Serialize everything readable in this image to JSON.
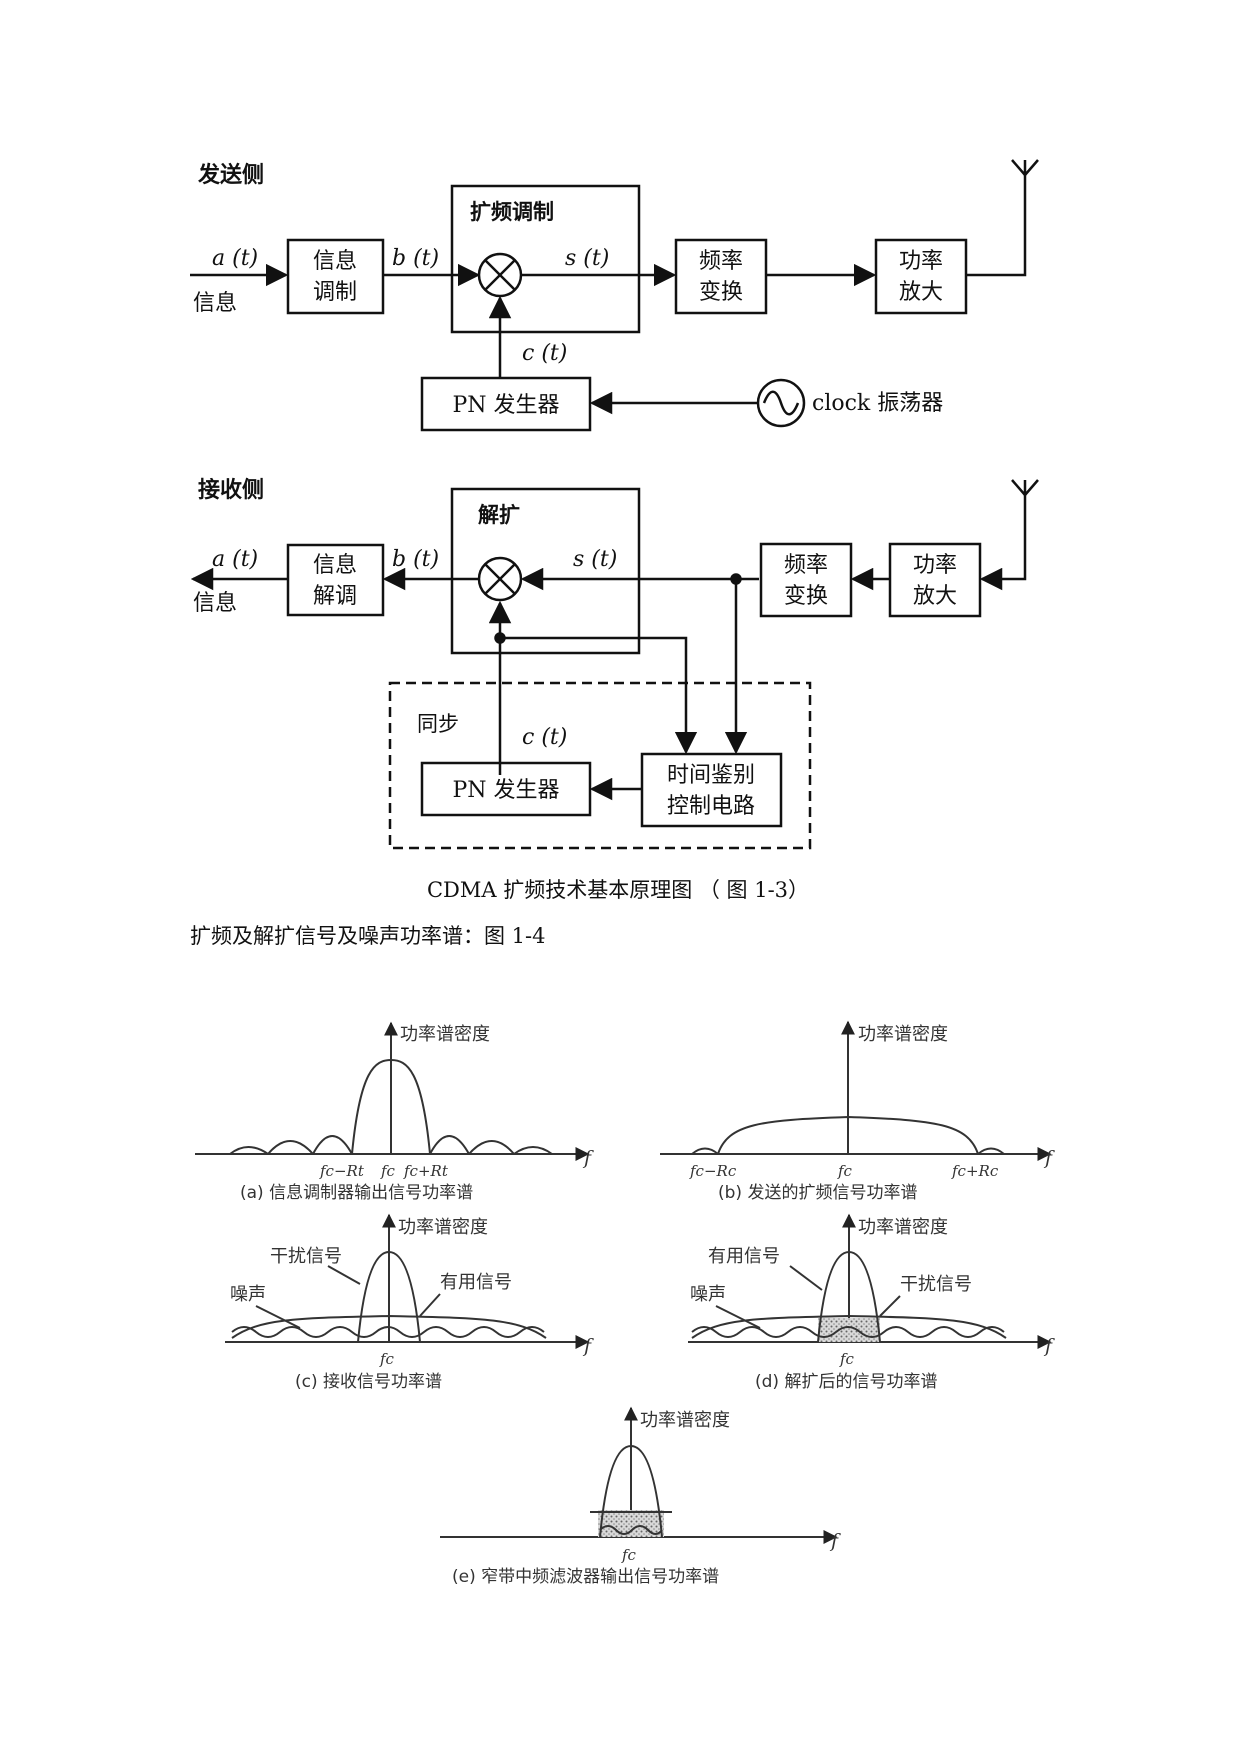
{
  "transmit": {
    "section_label": "发送侧",
    "input_signal": "a (t)",
    "input_label": "信息",
    "info_mod_line1": "信息",
    "info_mod_line2": "调制",
    "b_signal": "b (t)",
    "spread_title": "扩频调制",
    "s_signal": "s (t)",
    "freq_conv_line1": "频率",
    "freq_conv_line2": "变换",
    "power_amp_line1": "功率",
    "power_amp_line2": "放大",
    "c_signal": "c (t)",
    "pn_gen": "PN 发生器",
    "clock_label": "clock 振荡器"
  },
  "receive": {
    "section_label": "接收侧",
    "output_signal": "a (t)",
    "output_label": "信息",
    "info_demod_line1": "信息",
    "info_demod_line2": "解调",
    "b_signal": "b (t)",
    "despread_title": "解扩",
    "s_signal": "s (t)",
    "freq_conv_line1": "频率",
    "freq_conv_line2": "变换",
    "power_amp_line1": "功率",
    "power_amp_line2": "放大",
    "sync_label": "同步",
    "c_signal": "c (t)",
    "pn_gen": "PN 发生器",
    "timing_line1": "时间鉴别",
    "timing_line2": "控制电路"
  },
  "caption_1_3": "CDMA 扩频技术基本原理图 （ 图 1-3）",
  "caption_1_4": "扩频及解扩信号及噪声功率谱：图 1-4",
  "spectra": {
    "ylabel": "功率谱密度",
    "xlabel": "f",
    "a": {
      "tick_left": "fc−Rt",
      "tick_center": "fc",
      "tick_right": "fc+Rt",
      "caption": "(a) 信息调制器输出信号功率谱"
    },
    "b": {
      "tick_left": "fc−Rc",
      "tick_center": "fc",
      "tick_right": "fc+Rc",
      "caption": "(b) 发送的扩频信号功率谱"
    },
    "c": {
      "label_interference": "干扰信号",
      "label_useful": "有用信号",
      "label_noise": "噪声",
      "tick_center": "fc",
      "caption": "(c) 接收信号功率谱"
    },
    "d": {
      "label_useful": "有用信号",
      "label_interference": "干扰信号",
      "label_noise": "噪声",
      "tick_center": "fc",
      "caption": "(d) 解扩后的信号功率谱"
    },
    "e": {
      "tick_center": "fc",
      "caption": "(e) 窄带中频滤波器输出信号功率谱"
    }
  }
}
